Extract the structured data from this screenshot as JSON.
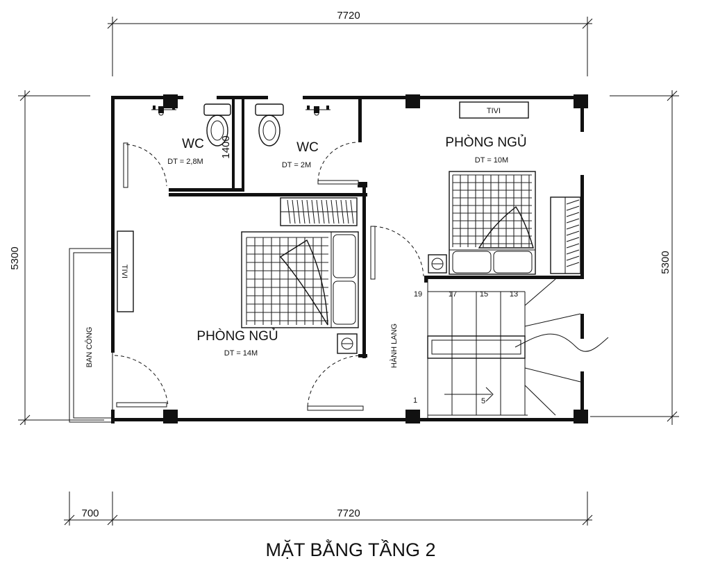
{
  "dimensions": {
    "top_width": "7720",
    "bottom_width": "7720",
    "bottom_balcony": "700",
    "left_height": "5300",
    "right_height": "5300",
    "wc_partition": "1400"
  },
  "rooms": {
    "wc1": {
      "name": "WC",
      "area": "DT = 2,8M"
    },
    "wc2": {
      "name": "WC",
      "area": "DT = 2M"
    },
    "bedroom_small": {
      "name": "PHÒNG NGỦ",
      "area": "DT = 10M"
    },
    "bedroom_large": {
      "name": "PHÒNG NGỦ",
      "area": "DT = 14M"
    },
    "hallway": {
      "name": "HÀNH LANG"
    },
    "balcony": {
      "name": "BAN CÔNG"
    }
  },
  "labels": {
    "tv_top": "TIVI",
    "tv_left": "TIVI"
  },
  "stairs": {
    "steps": [
      "19",
      "17",
      "15",
      "13",
      "1",
      "5"
    ]
  },
  "title": "MẶT BẰNG TẦNG 2"
}
